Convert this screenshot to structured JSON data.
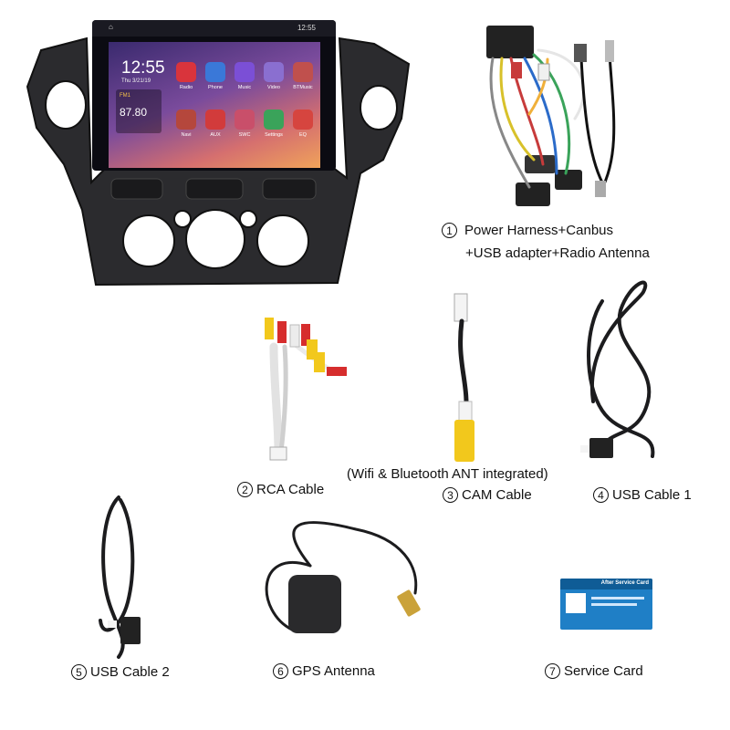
{
  "head_unit": {
    "status_time": "12:55",
    "clock": "12:55",
    "date": "Thu 3/21/19",
    "radio_band": "FM1",
    "radio_freq": "87.80",
    "apps": [
      {
        "label": "Radio",
        "color": "#d9343c",
        "icon": "radio-icon"
      },
      {
        "label": "Phone",
        "color": "#3a78d8",
        "icon": "phone-icon"
      },
      {
        "label": "Music",
        "color": "#7b4fd6",
        "icon": "music-icon"
      },
      {
        "label": "Video",
        "color": "#8a6fd0",
        "icon": "video-icon"
      },
      {
        "label": "BTMusic",
        "color": "#c0504d",
        "icon": "bt-music-icon"
      },
      {
        "label": "Navi",
        "color": "#b5473c",
        "icon": "navi-icon"
      },
      {
        "label": "AUX",
        "color": "#d23b3b",
        "icon": "aux-icon"
      },
      {
        "label": "SWC",
        "color": "#c94f6a",
        "icon": "steering-icon"
      },
      {
        "label": "Settings",
        "color": "#3aa35a",
        "icon": "settings-icon"
      },
      {
        "label": "EQ",
        "color": "#d6453f",
        "icon": "eq-icon"
      }
    ]
  },
  "items": [
    {
      "num": "1",
      "line1": "Power Harness+Canbus",
      "line2": "+USB adapter+Radio Antenna"
    },
    {
      "num": "2",
      "label": "RCA Cable"
    },
    {
      "num": "3",
      "label": "CAM Cable",
      "note": "(Wifi & Bluetooth ANT integrated)"
    },
    {
      "num": "4",
      "label": "USB Cable 1"
    },
    {
      "num": "5",
      "label": "USB Cable 2"
    },
    {
      "num": "6",
      "label": "GPS Antenna"
    },
    {
      "num": "7",
      "label": "Service Card"
    }
  ],
  "service_card": {
    "title": "After Service Card"
  },
  "colors": {
    "panel": "#2b2b2e",
    "cable": "#1c1c1e",
    "rca_yellow": "#f2c81c",
    "rca_red": "#d62d2d",
    "rca_white": "#ececec"
  }
}
